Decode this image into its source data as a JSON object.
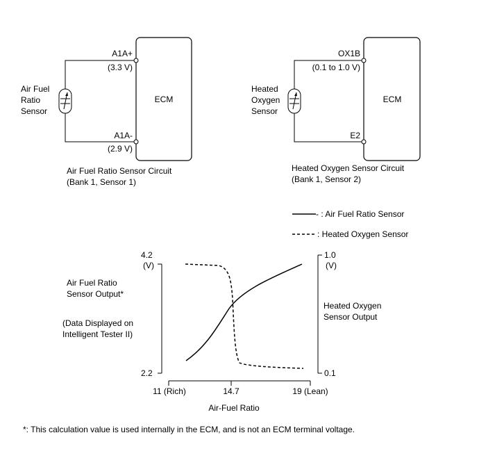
{
  "circuit_afr": {
    "sensor_label": [
      "Air Fuel",
      "Ratio",
      "Sensor"
    ],
    "ecm_label": "ECM",
    "top_terminal": "A1A+",
    "top_voltage": "(3.3 V)",
    "bottom_terminal": "A1A-",
    "bottom_voltage": "(2.9 V)",
    "caption": [
      "Air Fuel Ratio Sensor Circuit",
      "(Bank 1, Sensor 1)"
    ]
  },
  "circuit_ho2": {
    "sensor_label": [
      "Heated",
      "Oxygen",
      "Sensor"
    ],
    "ecm_label": "ECM",
    "top_terminal": "OX1B",
    "top_voltage": "(0.1 to 1.0 V)",
    "bottom_terminal": "E2",
    "caption": [
      "Heated Oxygen Sensor Circuit",
      "(Bank 1, Sensor 2)"
    ]
  },
  "legend": {
    "solid": "- : Air Fuel Ratio Sensor",
    "dashed": ": Heated Oxygen Sensor"
  },
  "graph": {
    "left_axis_top": "4.2",
    "left_axis_unit": "(V)",
    "left_axis_bottom": "2.2",
    "right_axis_top": "1.0",
    "right_axis_unit": "(V)",
    "right_axis_bottom": "0.1",
    "left_title": [
      "Air Fuel Ratio",
      "Sensor Output*"
    ],
    "left_note": [
      "(Data Displayed on",
      "Intelligent Tester II)"
    ],
    "right_title": [
      "Heated Oxygen",
      "Sensor Output"
    ],
    "x_ticks": [
      "11 (Rich)",
      "14.7",
      "19 (Lean)"
    ],
    "x_title": "Air-Fuel Ratio"
  },
  "footnote": "*: This calculation value is used internally in the ECM, and is not an ECM terminal voltage."
}
